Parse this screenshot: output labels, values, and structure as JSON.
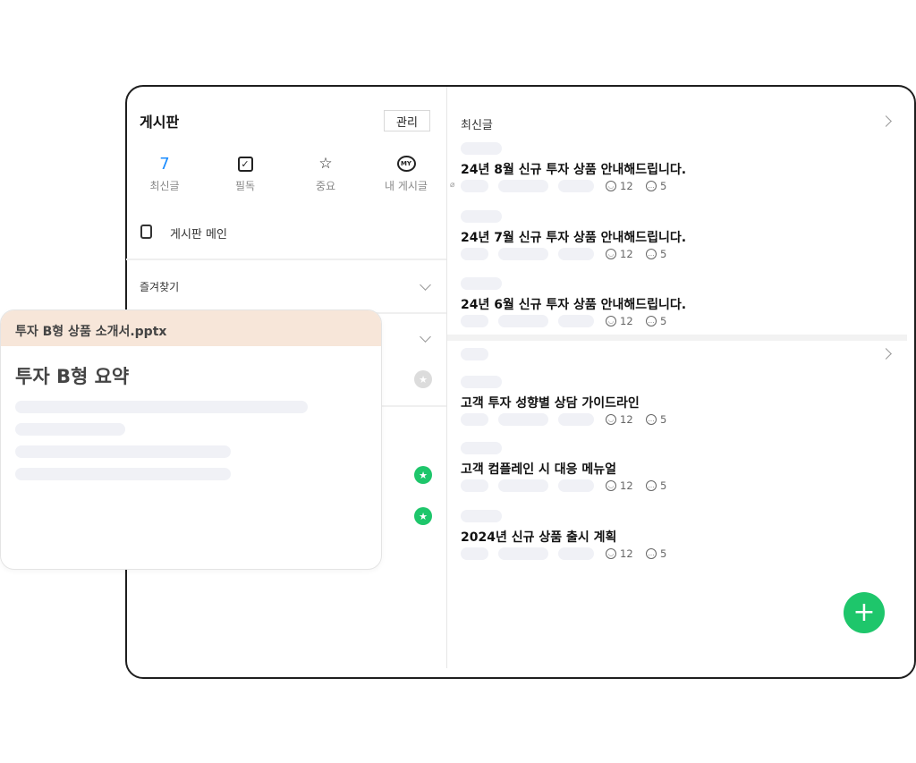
{
  "board": {
    "title": "게시판",
    "manage_label": "관리",
    "quick": [
      {
        "value": "7",
        "label": "최신글"
      },
      {
        "icon": "checkbox-icon",
        "label": "필독"
      },
      {
        "icon": "star-icon",
        "label": "중요"
      },
      {
        "icon": "my-icon",
        "icon_text": "MY",
        "label": "내 게시글"
      }
    ],
    "main_label": "게시판 메인",
    "favorites_label": "즐겨찾기"
  },
  "recent": {
    "title": "최신글",
    "posts": [
      {
        "title": "24년 8월 신규 투자 상품 안내해드립니다.",
        "likes": "12",
        "comments": "5",
        "attachment": true
      },
      {
        "title": "24년 7월 신규 투자 상품 안내해드립니다.",
        "likes": "12",
        "comments": "5"
      },
      {
        "title": "24년 6월 신규 투자 상품 안내해드립니다.",
        "likes": "12",
        "comments": "5"
      }
    ]
  },
  "second": {
    "posts": [
      {
        "title": "고객 투자 성향별 상담 가이드라인",
        "likes": "12",
        "comments": "5"
      },
      {
        "title": "고객 컴플레인 시 대응 메뉴얼",
        "likes": "12",
        "comments": "5"
      },
      {
        "title": "2024년 신규 상품 출시 계획",
        "likes": "12",
        "comments": "5"
      }
    ]
  },
  "popup": {
    "filename": "투자 B형 상품 소개서.pptx",
    "title": "투자 B형 요약"
  },
  "fab": {
    "label": "+"
  },
  "colors": {
    "accent": "#1ec66b",
    "count": "#1a8cff",
    "popup_header": "#f7e6d9"
  }
}
